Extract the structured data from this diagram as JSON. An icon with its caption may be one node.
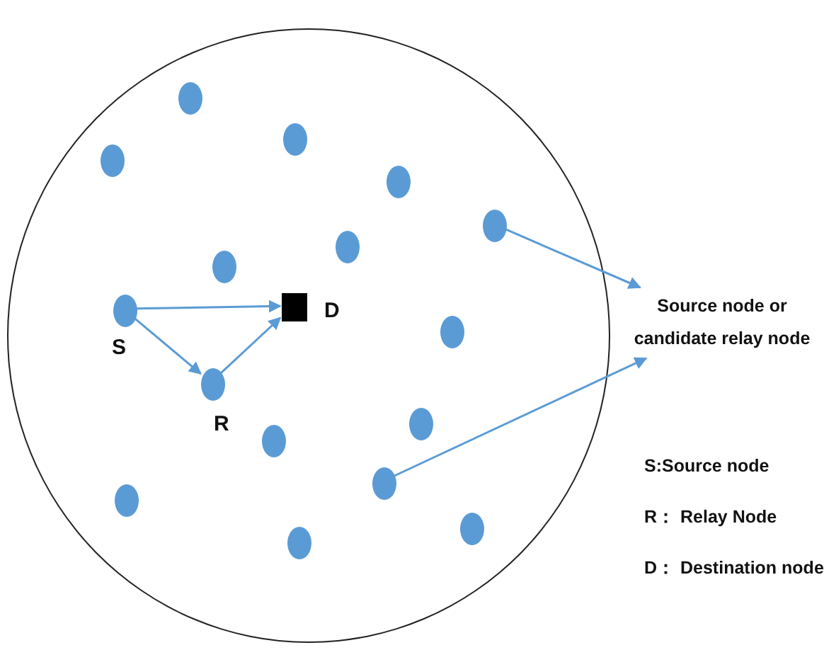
{
  "diagram": {
    "nodes": [
      {
        "text": [],
        "shape": "circle"
      },
      {
        "text": [],
        "shape": "circle",
        "in": 0
      },
      {
        "text": [],
        "shape": "circle",
        "in": 0
      },
      {
        "text": [],
        "shape": "circle",
        "in": 0
      },
      {
        "text": [],
        "shape": "circle",
        "in": 0
      },
      {
        "text": [],
        "shape": "circle",
        "in": 0
      },
      {
        "text": [],
        "shape": "circle",
        "in": 0
      },
      {
        "text": [],
        "shape": "circle",
        "in": 0
      },
      {
        "text": [],
        "shape": "circle",
        "in": 0,
        "beside": [
          "S"
        ]
      },
      {
        "text": [],
        "shape": "box",
        "in": 0,
        "beside": [
          "D"
        ]
      },
      {
        "text": [],
        "shape": "circle",
        "in": 0
      },
      {
        "text": [],
        "shape": "circle",
        "in": 0,
        "beside": [
          "R"
        ]
      },
      {
        "text": [],
        "shape": "circle",
        "in": 0
      },
      {
        "text": [],
        "shape": "circle",
        "in": 0
      },
      {
        "text": [],
        "shape": "circle",
        "in": 0
      },
      {
        "text": [],
        "shape": "circle",
        "in": 0
      },
      {
        "text": [],
        "shape": "circle",
        "in": 0
      },
      {
        "text": [],
        "shape": "circle",
        "in": 0
      },
      {
        "text": [
          "Source node or candidate relay node"
        ]
      }
    ],
    "edges": [
      {
        "from": 8,
        "to": 9,
        "arrow": "to"
      },
      {
        "from": 8,
        "to": 11,
        "arrow": "to"
      },
      {
        "from": 11,
        "to": 9,
        "arrow": "to"
      },
      {
        "from": 5,
        "to": 18,
        "arrow": "to"
      },
      {
        "from": 14,
        "to": 18,
        "arrow": "to"
      }
    ],
    "labels": [
      "S:Source node",
      "R： Relay Node",
      "D： Destination node"
    ]
  }
}
